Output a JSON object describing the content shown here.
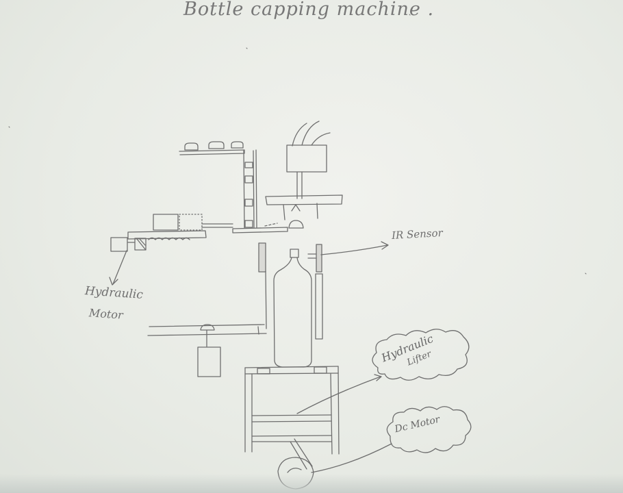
{
  "title": "Bottle capping machine .",
  "labels": {
    "hydraulic_motor_line1": "Hydraulic",
    "hydraulic_motor_line2": "Motor",
    "ir_sensor": "IR Sensor",
    "hydraulic_lifter_line1": "Hydraulic",
    "hydraulic_lifter_line2": "Lifter",
    "dc_motor": "Dc Motor"
  },
  "colors": {
    "pencil": "#6e6e6e",
    "paper": "#eceee9"
  }
}
